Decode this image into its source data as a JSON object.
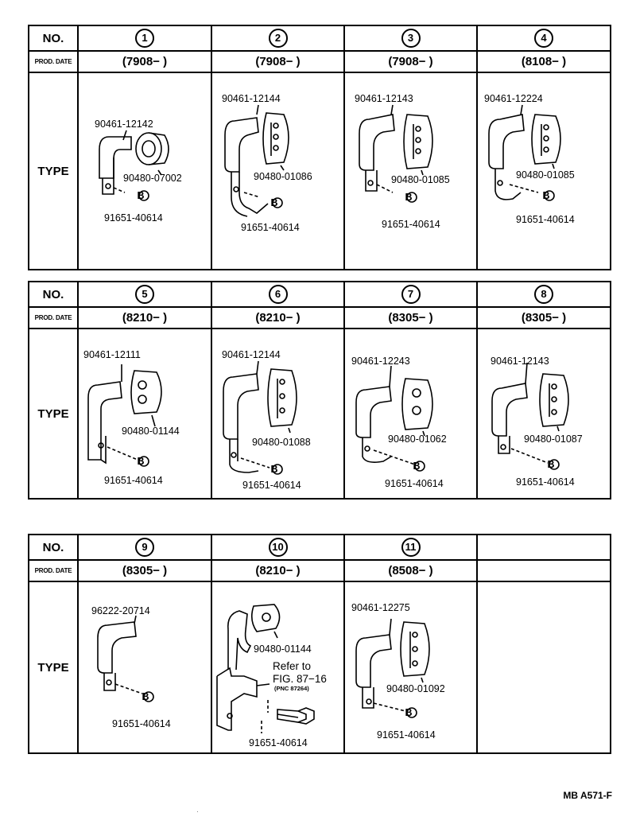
{
  "table1": {
    "no_label": "NO.",
    "prod_label": "PROD. DATE",
    "type_label": "TYPE",
    "cols": [
      {
        "no": "1",
        "date": "(7908−     )",
        "clamp": "90461-12142",
        "grommet": "90480-07002",
        "bolt": "91651-40614"
      },
      {
        "no": "2",
        "date": "(7908−     )",
        "clamp": "90461-12144",
        "grommet": "90480-01086",
        "bolt": "91651-40614"
      },
      {
        "no": "3",
        "date": "(7908−     )",
        "clamp": "90461-12143",
        "grommet": "90480-01085",
        "bolt": "91651-40614"
      },
      {
        "no": "4",
        "date": "(8108−     )",
        "clamp": "90461-12224",
        "grommet": "90480-01085",
        "bolt": "91651-40614"
      }
    ]
  },
  "table2": {
    "no_label": "NO.",
    "prod_label": "PROD. DATE",
    "type_label": "TYPE",
    "cols": [
      {
        "no": "5",
        "date": "(8210−     )",
        "clamp": "90461-12111",
        "grommet": "90480-01144",
        "bolt": "91651-40614"
      },
      {
        "no": "6",
        "date": "(8210−     )",
        "clamp": "90461-12144",
        "grommet": "90480-01088",
        "bolt": "91651-40614"
      },
      {
        "no": "7",
        "date": "(8305−     )",
        "clamp": "90461-12243",
        "grommet": "90480-01062",
        "bolt": "91651-40614"
      },
      {
        "no": "8",
        "date": "(8305−     )",
        "clamp": "90461-12143",
        "grommet": "90480-01087",
        "bolt": "91651-40614"
      }
    ]
  },
  "table3": {
    "no_label": "NO.",
    "prod_label": "PROD. DATE",
    "type_label": "TYPE",
    "cols": [
      {
        "no": "9",
        "date": "(8305−     )",
        "clamp": "96222-20714",
        "bolt": "91651-40614"
      },
      {
        "no": "10",
        "date": "(8210−     )",
        "grommet": "90480-01144",
        "bolt": "91651-40614",
        "refer_line1": "Refer to",
        "refer_line2": "FIG. 87−16",
        "pnc": "(PNC 87264)"
      },
      {
        "no": "11",
        "date": "(8508−     )",
        "clamp": "90461-12275",
        "grommet": "90480-01092",
        "bolt": "91651-40614"
      }
    ]
  },
  "bolt_marker": "B",
  "diagram_code": "MB A571-F"
}
